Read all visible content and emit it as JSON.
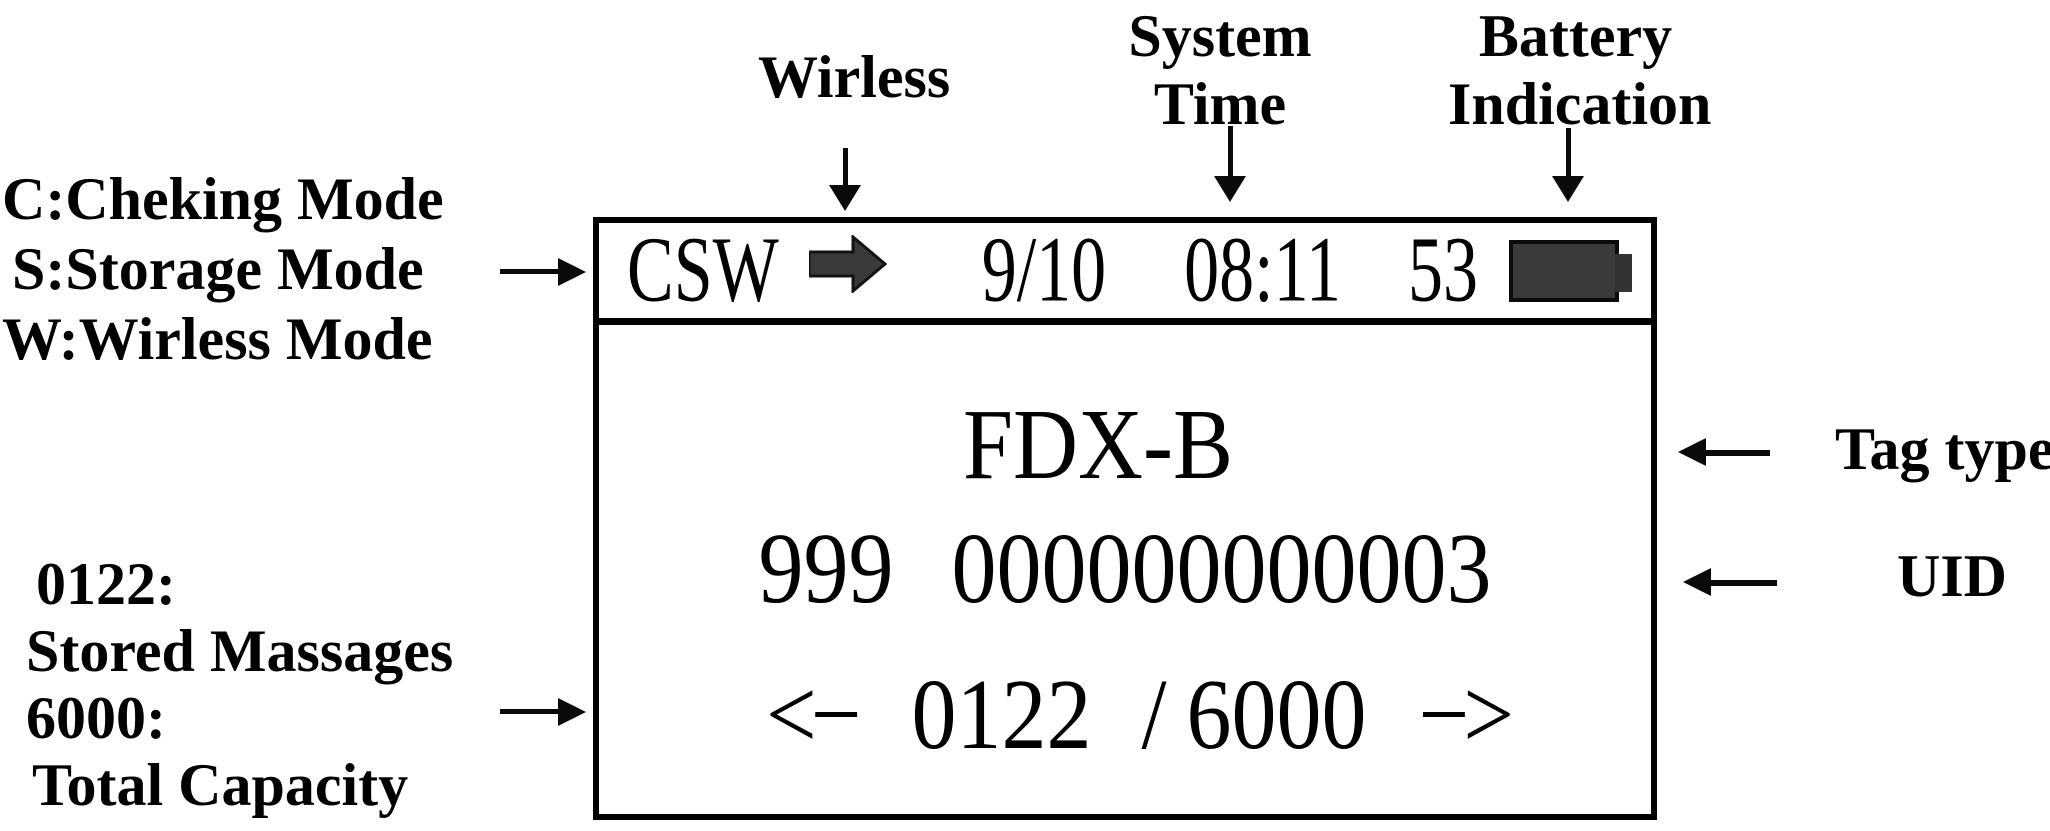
{
  "screen": {
    "status_bar": {
      "mode_indicator": "CSW",
      "date": "9/10",
      "time": "08:11",
      "battery_percent": "53"
    },
    "display": {
      "tag_type": "FDX-B",
      "uid_prefix": "999",
      "uid_value": "000000000003",
      "nav_prev": "<−",
      "stored_messages": "0122",
      "separator": "/",
      "total_capacity": "6000",
      "nav_next": "−>"
    }
  },
  "annotations": {
    "wireless": "Wirless",
    "system_time": [
      "System",
      "Time"
    ],
    "battery_indication": [
      "Battery",
      "Indication"
    ],
    "mode_legend": [
      "C:Cheking Mode",
      "S:Storage Mode",
      "W:Wirless Mode"
    ],
    "storage_legend": [
      "0122:",
      "Stored Massages",
      "6000:",
      "Total Capacity"
    ],
    "tag_type": "Tag type",
    "uid": "UID"
  },
  "icons": {
    "wireless_icon": "right-block-arrow",
    "battery_icon": "battery-level-block"
  },
  "colors": {
    "ink": "#000000",
    "icon_fill": "#3a3a3a",
    "background": "#ffffff"
  }
}
